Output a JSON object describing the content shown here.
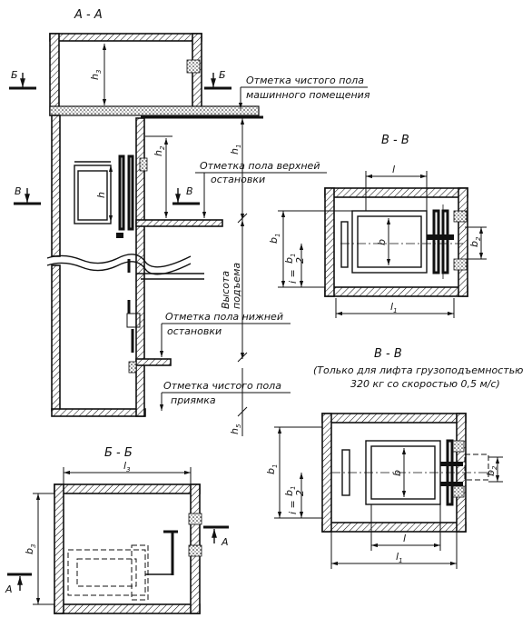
{
  "sections": {
    "aa": "А - А",
    "vv_top": "В - В",
    "vv_bottom": "В - В",
    "vv_bottom_note_1": "(Только для лифта грузоподъемностью",
    "vv_bottom_note_2": "320 кг со скоростью 0,5 м/с)",
    "bb": "Б - Б"
  },
  "annotations": {
    "clean_floor_machine_1": "Отметка чистого пола",
    "clean_floor_machine_2": "машинного помещения",
    "top_stop_floor_1": "Отметка пола верхней",
    "top_stop_floor_2": "остановки",
    "lift_height_1": "Высота",
    "lift_height_2": "подъема",
    "bottom_stop_floor_1": "Отметка пола нижней",
    "bottom_stop_floor_2": "остановки",
    "pit_clean_floor_1": "Отметка чистого пола",
    "pit_clean_floor_2": "приямка"
  },
  "section_marks": {
    "b_left": "Б",
    "b_right": "Б",
    "v_left": "В",
    "v_right": "В",
    "a_left": "А",
    "a_right": "А"
  },
  "dimensions": {
    "h3": "h",
    "h3_sub": "3",
    "h2": "h",
    "h2_sub": "2",
    "h1": "h",
    "h1_sub": "1",
    "h": "h",
    "h5": "h",
    "h5_sub": "5",
    "l": "l",
    "l1": "l",
    "l1_sub": "1",
    "l3": "l",
    "l3_sub": "3",
    "b": "b",
    "b1": "b",
    "b1_sub": "1",
    "b2": "b",
    "b2_sub": "2",
    "b3": "b",
    "b3_sub": "3",
    "i_eq": "i =",
    "frac_num": "b",
    "frac_num_sub": "1",
    "frac_den": "2"
  }
}
